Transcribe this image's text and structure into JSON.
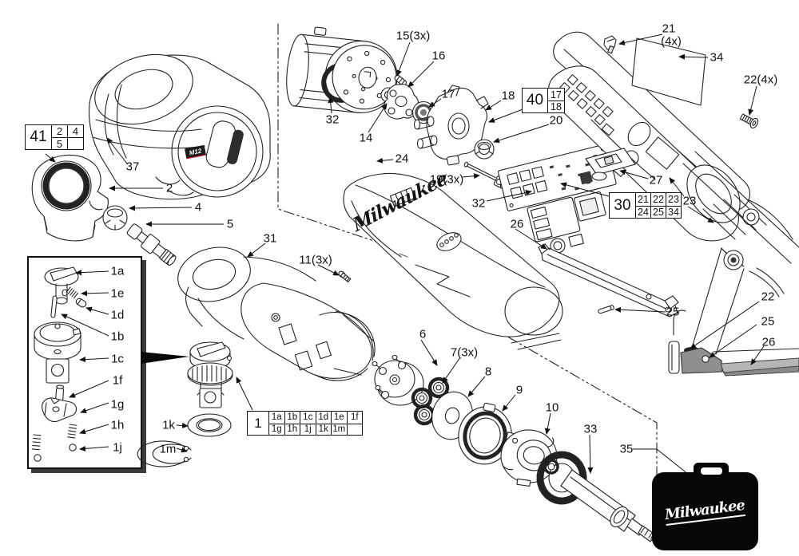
{
  "diagram_type": "exploded-parts-diagram",
  "branding": {
    "housing_logo": "Milwaukee",
    "case_logo": "Milwaukee",
    "body_badge": "M12"
  },
  "callouts": {
    "n37": "37",
    "n2": "2",
    "n4": "4",
    "n5": "5",
    "n31": "31",
    "n11": "11(3x)",
    "n32_motor": "32",
    "n14": "14",
    "n15": "15(3x)",
    "n16": "16",
    "n17": "17",
    "n18": "18",
    "n20": "20",
    "n24": "24",
    "n19": "19(3x)",
    "n32_pcb": "32",
    "n21": "21",
    "n21_qty": "(4x)",
    "n34": "34",
    "n22_4x": "22(4x)",
    "n27": "27",
    "n23": "23",
    "n26_main": "26",
    "n25_main": "25",
    "n22_detail": "22",
    "n25_detail": "25",
    "n26_detail": "26",
    "n6": "6",
    "n7": "7(3x)",
    "n8": "8",
    "n9": "9",
    "n10": "10",
    "n33": "33",
    "n35": "35",
    "n1k": "1k",
    "n1m": "1m",
    "n1a": "1a",
    "n1b": "1b",
    "n1c": "1c",
    "n1d": "1d",
    "n1e": "1e",
    "n1f": "1f",
    "n1g": "1g",
    "n1h": "1h",
    "n1j": "1j"
  },
  "ref_boxes": {
    "box41": {
      "ref": "41",
      "cells": [
        "2",
        "4",
        "5",
        ""
      ]
    },
    "box40": {
      "ref": "40",
      "cells": [
        "17",
        "18"
      ]
    },
    "box30": {
      "ref": "30",
      "cells": [
        "21",
        "22",
        "23",
        "24",
        "25",
        "34"
      ]
    },
    "box1": {
      "ref": "1",
      "cells": [
        "1a",
        "1b",
        "1c",
        "1d",
        "1e",
        "1f",
        "1g",
        "1h",
        "1j",
        "1k",
        "1m",
        ""
      ]
    }
  },
  "colors": {
    "line": "#222222",
    "accent_red": "#c8102e",
    "case_black": "#070707",
    "shade_gray": "#8f8f8f"
  }
}
